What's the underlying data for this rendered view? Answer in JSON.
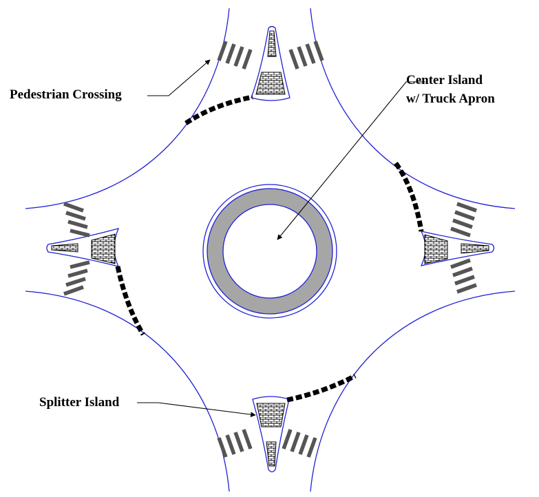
{
  "labels": {
    "pedestrian_crossing": "Pedestrian Crossing",
    "center_island_line1": "Center Island",
    "center_island_line2": "w/ Truck Apron",
    "splitter_island": "Splitter Island"
  },
  "colors": {
    "curb_line": "#1f1fd6",
    "truck_apron": "#a6a6a6",
    "crosswalk_bar": "#555555",
    "leader": "#000000",
    "yield_dash": "#000000"
  }
}
